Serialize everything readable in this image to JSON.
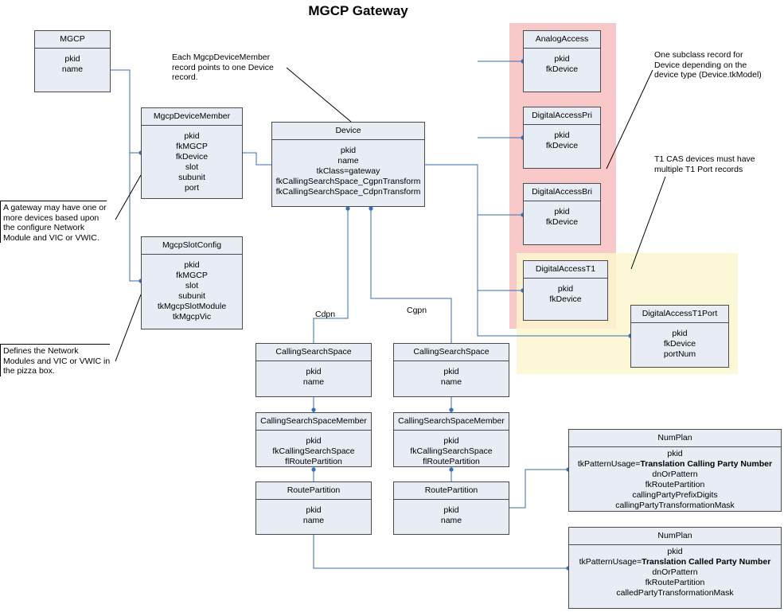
{
  "title": "MGCP Gateway",
  "colors": {
    "entity_fill": "#e8ecf5",
    "connector": "#3a6eb5",
    "subclass_zone": "#f9c9c9",
    "t1_zone": "#fbf6cf"
  },
  "entities": {
    "mgcp": {
      "name": "MGCP",
      "fields": [
        "pkid",
        "name"
      ]
    },
    "mgcp_device_member": {
      "name": "MgcpDeviceMember",
      "fields": [
        "pkid",
        "fkMGCP",
        "fkDevice",
        "slot",
        "subunit",
        "port"
      ]
    },
    "mgcp_slot_config": {
      "name": "MgcpSlotConfig",
      "fields": [
        "pkid",
        "fkMGCP",
        "slot",
        "subunit",
        "tkMgcpSlotModule",
        "tkMgcpVic"
      ]
    },
    "device": {
      "name": "Device",
      "fields": [
        "pkid",
        "name",
        "tkClass=gateway",
        "fkCallingSearchSpace_CgpnTransform",
        "fkCallingSearchSpace_CdpnTransform"
      ]
    },
    "analog_access": {
      "name": "AnalogAccess",
      "fields": [
        "pkid",
        "fkDevice"
      ]
    },
    "digital_access_pri": {
      "name": "DigitalAccessPri",
      "fields": [
        "pkid",
        "fkDevice"
      ]
    },
    "digital_access_bri": {
      "name": "DigitalAccessBri",
      "fields": [
        "pkid",
        "fkDevice"
      ]
    },
    "digital_access_t1": {
      "name": "DigitalAccessT1",
      "fields": [
        "pkid",
        "fkDevice"
      ]
    },
    "digital_access_t1_port": {
      "name": "DigitalAccessT1Port",
      "fields": [
        "pkid",
        "fkDevice",
        "portNum"
      ]
    },
    "css_cdpn": {
      "name": "CallingSearchSpace",
      "fields": [
        "pkid",
        "name"
      ]
    },
    "css_cgpn": {
      "name": "CallingSearchSpace",
      "fields": [
        "pkid",
        "name"
      ]
    },
    "cssm_cdpn": {
      "name": "CallingSearchSpaceMember",
      "fields": [
        "pkid",
        "fkCallingSearchSpace",
        "flRoutePartition"
      ]
    },
    "cssm_cgpn": {
      "name": "CallingSearchSpaceMember",
      "fields": [
        "pkid",
        "fkCallingSearchSpace",
        "flRoutePartition"
      ]
    },
    "rp_cdpn": {
      "name": "RoutePartition",
      "fields": [
        "pkid",
        "name"
      ]
    },
    "rp_cgpn": {
      "name": "RoutePartition",
      "fields": [
        "pkid",
        "name"
      ]
    },
    "numplan_calling": {
      "name": "NumPlan",
      "usage_prefix": "tkPatternUsage=",
      "usage_value": "Translation Calling Party Number",
      "fields": [
        "pkid",
        "dnOrPattern",
        "fkRoutePartition",
        "callingPartyPrefixDigits",
        "callingPartyTransformationMask"
      ]
    },
    "numplan_called": {
      "name": "NumPlan",
      "usage_prefix": "tkPatternUsage=",
      "usage_value": "Translation Called Party Number",
      "fields": [
        "pkid",
        "dnOrPattern",
        "fkRoutePartition",
        "calledPartyTransformationMask"
      ]
    }
  },
  "notes": {
    "device_member": [
      "Each MgcpDeviceMember",
      "record points to one Device",
      "record."
    ],
    "gateway": [
      "A gateway may have one or",
      "more devices based upon",
      "the configure Network",
      "Module and VIC or VWIC."
    ],
    "slot_config": [
      "Defines the Network",
      "Modules and VIC or VWIC in",
      "the pizza box."
    ],
    "subclass": [
      "One subclass record for",
      "Device depending on the",
      "device type (Device.tkModel)"
    ],
    "t1cas": [
      "T1 CAS devices must have",
      "multiple T1 Port records"
    ]
  },
  "labels": {
    "cdpn": "Cdpn",
    "cgpn": "Cgpn"
  }
}
